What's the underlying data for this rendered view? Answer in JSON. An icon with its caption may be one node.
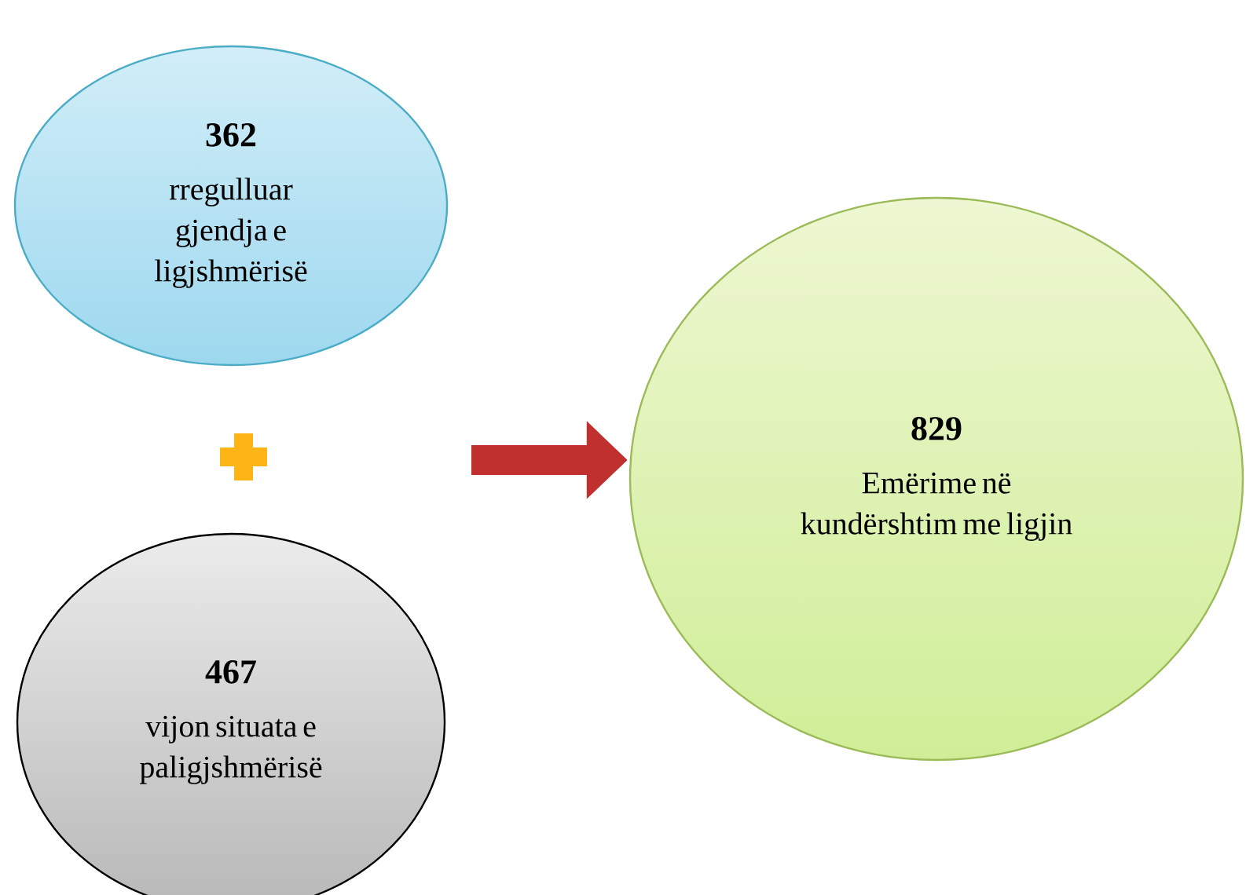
{
  "diagram": {
    "nodes": [
      {
        "text": [
          "362",
          "rregulluar gjendja e ligjshmërisë"
        ]
      },
      {
        "text": [
          "467",
          "vijon situata e paligjshmërisë"
        ]
      },
      {
        "text": [
          "829",
          "Emërime në kundërshtim me ligjin"
        ]
      }
    ],
    "edges": [
      {
        "from": null,
        "to": 2,
        "arrow": "to"
      }
    ]
  }
}
